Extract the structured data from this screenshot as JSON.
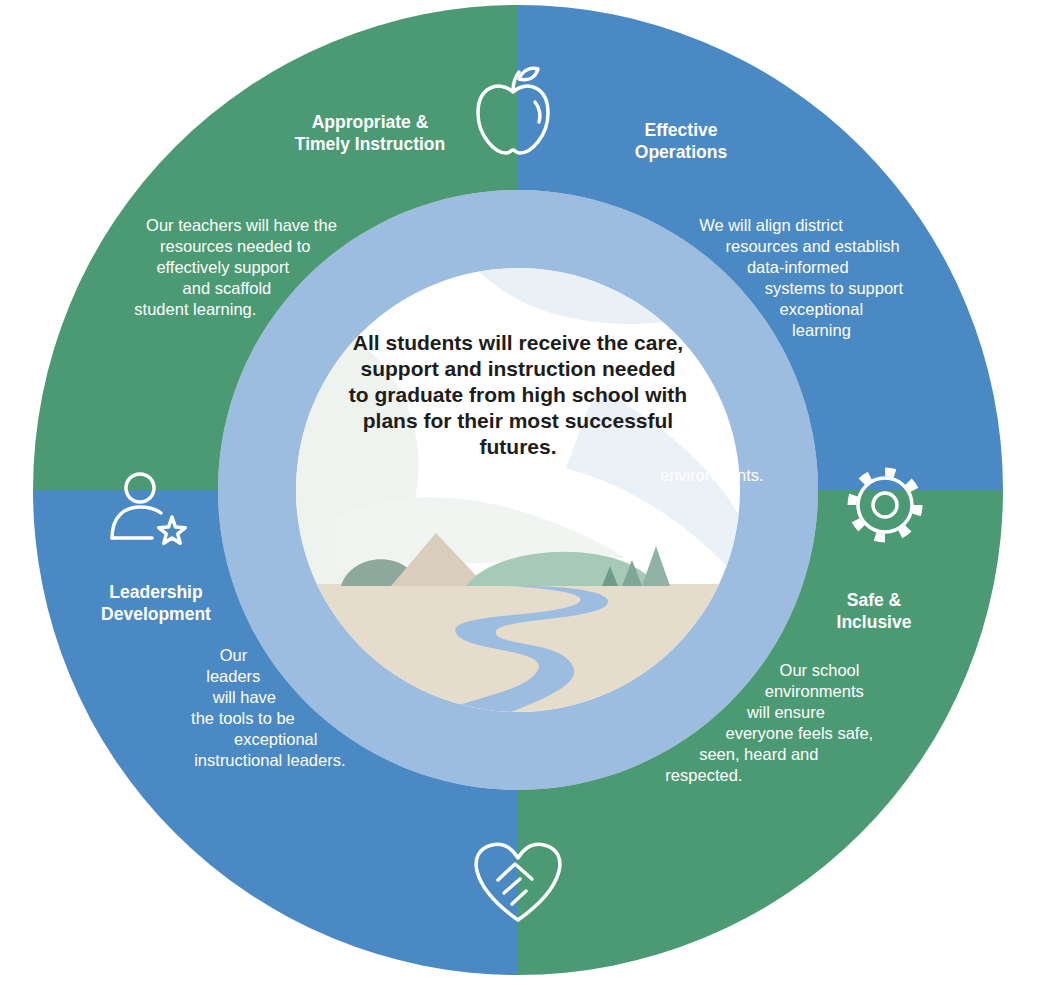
{
  "diagram": {
    "nodes": [
      {
        "text": [
          "Appropriate & Timely Instruction",
          "Our teachers will have the resources needed to effectively support and scaffold student learning."
        ]
      },
      {
        "text": [
          "Effective Operations",
          "We will align district resources and establish data-informed systems to support exceptional learning environments."
        ]
      },
      {
        "text": [
          "All students will receive the care, support and instruction needed to graduate from high school with plans for their most successful futures."
        ]
      },
      {
        "text": [
          "Leadership Development",
          "Our leaders will have the tools to be exceptional instructional leaders."
        ]
      },
      {
        "text": [
          "Safe & Inclusive",
          "Our school environments will ensure everyone feels safe, seen, heard and respected."
        ]
      }
    ]
  }
}
